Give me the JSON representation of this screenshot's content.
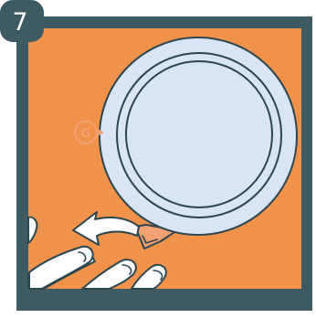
{
  "step": {
    "number": "7"
  },
  "marker": {
    "letter": "G"
  },
  "colors": {
    "frame": "#3E5A63",
    "background": "#F0924A",
    "disc": "#D7E5F6",
    "outline": "#2C4650",
    "marker_orange": "#F4A072",
    "hand": "#FFFFFF",
    "arrow": "#FFFFFF",
    "badge_text": "#FFFFFF"
  },
  "icons": {
    "badge": "step-number-badge",
    "marker": "g-marker-icon",
    "arrow": "rotate-left-arrow-icon",
    "hand": "hand-fingers-icon"
  }
}
